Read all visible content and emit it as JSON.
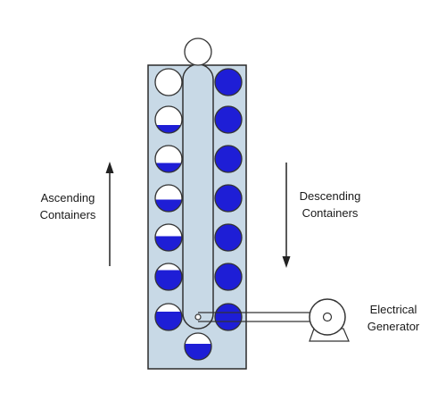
{
  "labels": {
    "ascending_line1": "Ascending",
    "ascending_line2": "Containers",
    "descending_line1": "Descending",
    "descending_line2": "Containers",
    "generator_line1": "Electrical",
    "generator_line2": "Generator"
  },
  "colors": {
    "tank_fill": "#c8d9e6",
    "tank_stroke": "#2a2a2a",
    "belt_fill": "#c8d9e6",
    "water": "#1e1ed6",
    "empty": "#ffffff",
    "outline": "#333333"
  },
  "containers": {
    "ascending_fill_levels": [
      0.0,
      0.3,
      0.35,
      0.45,
      0.55,
      0.75,
      0.7
    ],
    "descending_fill_levels": [
      1,
      1,
      1,
      1,
      1,
      1,
      1
    ],
    "top_fill_level": 0.0,
    "bottom_fill_level": 0.6
  }
}
